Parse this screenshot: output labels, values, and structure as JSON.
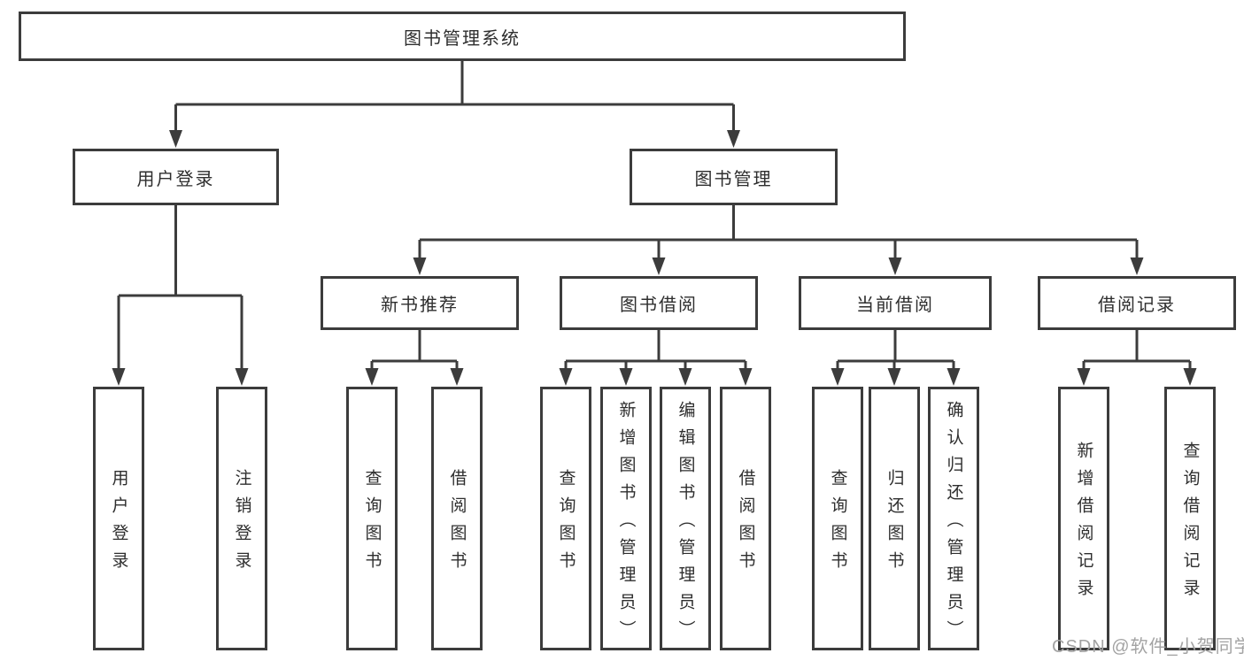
{
  "title": "图书管理系统",
  "nodes": {
    "root": {
      "label": "图书管理系统"
    },
    "branches": [
      {
        "label": "用户登录"
      },
      {
        "label": "图书管理"
      }
    ],
    "modules": [
      {
        "label": "新书推荐"
      },
      {
        "label": "图书借阅"
      },
      {
        "label": "当前借阅"
      },
      {
        "label": "借阅记录"
      }
    ],
    "leaves": {
      "user_login": [
        "用户登录",
        "注销登录"
      ],
      "new_book": [
        "查询图书",
        "借阅图书"
      ],
      "borrow": [
        "查询图书",
        "新增图书（管理员）",
        "编辑图书（管理员）",
        "借阅图书"
      ],
      "current": [
        "查询图书",
        "归还图书",
        "确认归还（管理员）"
      ],
      "records": [
        "新增借阅记录",
        "查询借阅记录"
      ]
    }
  },
  "watermark": "CSDN @软件_小贺同学",
  "colors": {
    "line": "#3c3c3c",
    "text": "#2e2e2e",
    "watermark": "#a3a3a3",
    "background": "#ffffff"
  }
}
